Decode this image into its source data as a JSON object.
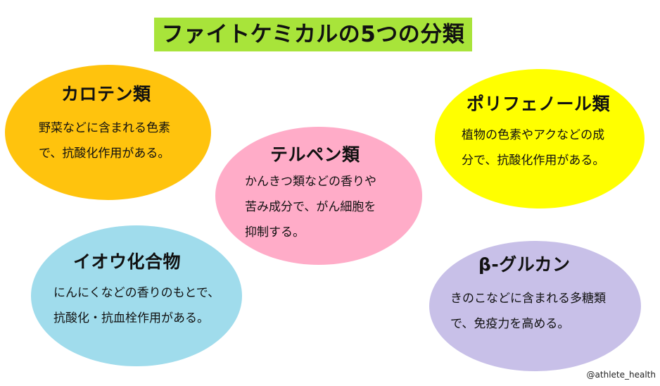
{
  "title": "ファイトケミカルの5つの分類",
  "colors": {
    "title_bg": "#a8e43a",
    "carotene": "#ffc30d",
    "polyphenol": "#ffff00",
    "terpene": "#ffacc8",
    "sulfur": "#a0dcec",
    "glucan": "#c8c0e8"
  },
  "categories": [
    {
      "name": "カロテン類",
      "description": "野菜などに含まれる色素\nで、抗酸化作用がある。"
    },
    {
      "name": "ポリフェノール類",
      "description": "植物の色素やアクなどの成\n分で、抗酸化作用がある。"
    },
    {
      "name": "テルペン類",
      "description": "かんきつ類などの香りや\n苦み成分で、がん細胞を\n抑制する。"
    },
    {
      "name": "イオウ化合物",
      "description": "にんにくなどの香りのもとで、\n抗酸化・抗血栓作用がある。"
    },
    {
      "name": "β-グルカン",
      "description": "きのこなどに含まれる多糖類\nで、免疫力を高める。"
    }
  ],
  "credit": "@athlete_health"
}
